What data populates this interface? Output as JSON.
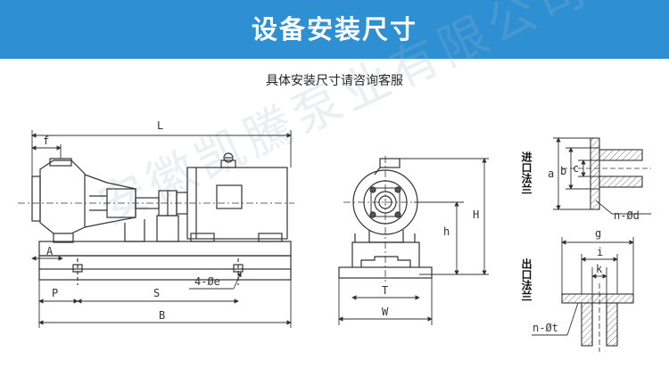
{
  "banner": {
    "title": "设备安装尺寸"
  },
  "subtitle": "具体安装尺寸请咨询客服",
  "watermark": "安徽凯騰泵业有限公司",
  "dimensions": {
    "L": "L",
    "f": "f",
    "A": "A",
    "P": "P",
    "S": "S",
    "B": "B",
    "hole": "4-Øe",
    "T": "T",
    "W": "W",
    "h": "h",
    "H": "H",
    "a": "a",
    "b": "b",
    "c": "c",
    "nd": "n-Ød",
    "g": "g",
    "i": "i",
    "k": "k",
    "nt": "n-Øt"
  },
  "labels": {
    "inlet": "进口法兰",
    "outlet": "出口法兰"
  },
  "colors": {
    "banner": "#2e8fd3",
    "line": "#333333",
    "hatch": "#666666"
  }
}
